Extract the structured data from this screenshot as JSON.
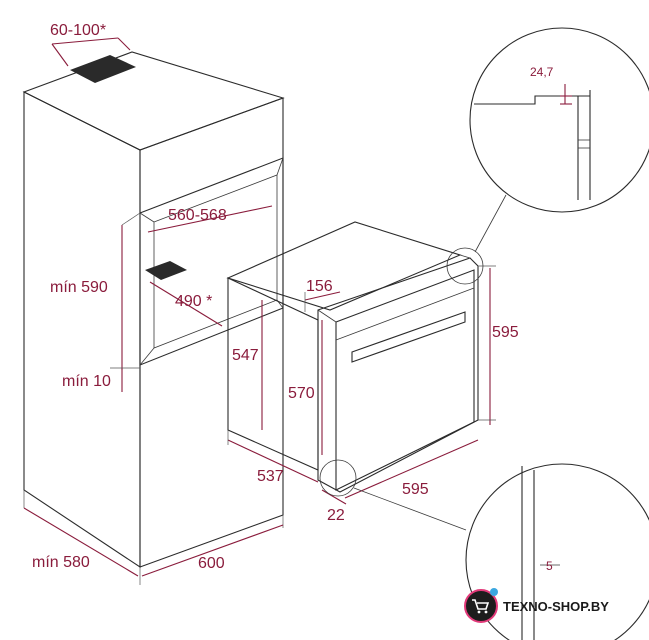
{
  "labels": {
    "top_gap": "60-100*",
    "niche_width": "560-568",
    "niche_height_min": "mín 590",
    "shelf_depth": "490 *",
    "bottom_gap_min": "mín 10",
    "depth_min": "mín 580",
    "cabinet_width": "600",
    "oven_top_offset": "156",
    "oven_body_height": "547",
    "oven_inner_height": "570",
    "oven_depth": "537",
    "oven_height": "595",
    "oven_width": "595",
    "front_offset": "22",
    "detail_top": "24,7",
    "detail_bottom": "5"
  },
  "brand": {
    "name": "TEXNO-SHOP.BY"
  },
  "colors": {
    "dimension": "#8a1c3c",
    "line": "#2b2b2b",
    "vent": "#2a2a2a"
  }
}
